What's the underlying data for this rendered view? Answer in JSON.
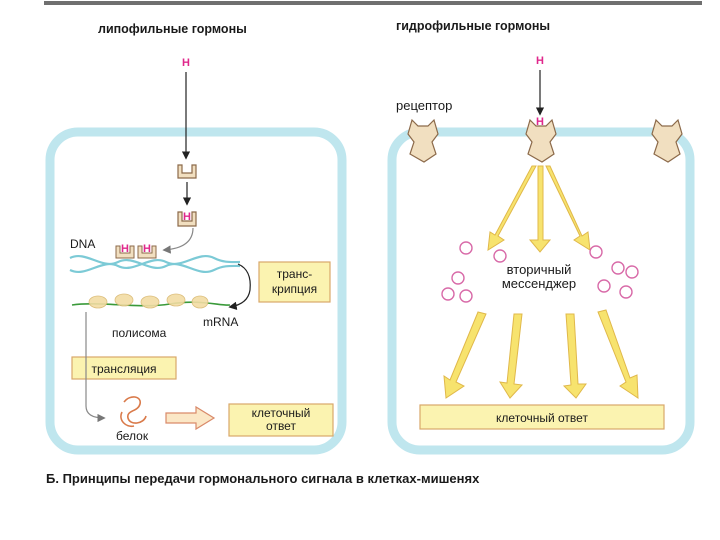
{
  "headings": {
    "lipophilic": "липофильные гормоны",
    "hydrophilic": "гидрофильные гормоны"
  },
  "left": {
    "hormone": "H",
    "dna_label": "DNA",
    "transcription_label": "транс-\nкрипция",
    "mrna_label": "mRNA",
    "polysome_label": "полисома",
    "translation_label": "трансляция",
    "protein_label": "белок",
    "response_label": "клеточный\nответ"
  },
  "right": {
    "hormone": "H",
    "receptor_label": "рецептор",
    "messenger_label": "вторичный\nмессенджер",
    "response_label": "клеточный ответ"
  },
  "caption": "Б. Принципы передачи гормонального сигнала в клетках-мишенях",
  "colors": {
    "cell_border": "#bfe6ee",
    "label_box_fill": "#fbf3b0",
    "label_box_stroke": "#d9a86a",
    "hormone": "#e0288c",
    "receptor_fill": "#f1dfc0",
    "receptor_stroke": "#8c6a4a",
    "dna": "#7ccad6",
    "arrow_fill": "#f7e36e",
    "arrow_stroke": "#e0b84a",
    "messenger": "#d86aa8"
  }
}
